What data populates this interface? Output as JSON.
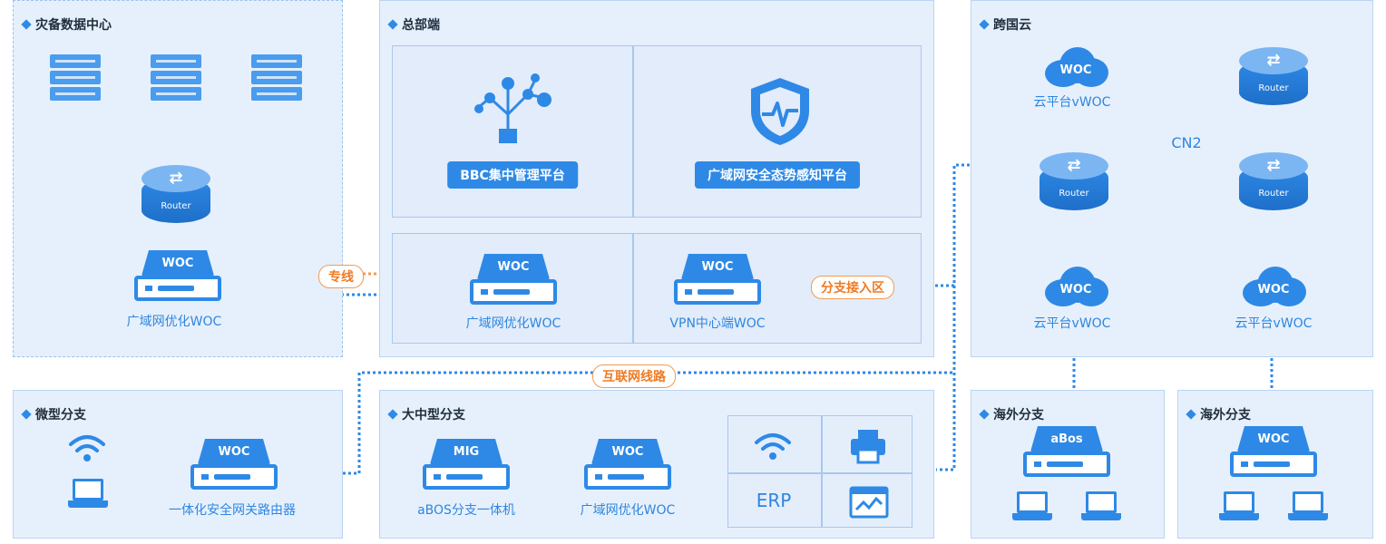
{
  "panels": {
    "disaster_center": "灾备数据中心",
    "headquarters": "总部端",
    "cross_border_cloud": "跨国云",
    "micro_branch": "微型分支",
    "large_branch": "大中型分支",
    "overseas_branch_1": "海外分支",
    "overseas_branch_2": "海外分支"
  },
  "platforms": {
    "bbc": "BBC集中管理平台",
    "security": "广域网安全态势感知平台"
  },
  "devices": {
    "woc_label": "WOC",
    "mig_label": "MIG",
    "abos_label": "aBos",
    "router_label": "Router",
    "dc_woc": "广域网优化WOC",
    "hq_woc": "广域网优化WOC",
    "vpn_woc": "VPN中心端WOC",
    "micro_gateway": "一体化安全网关路由器",
    "abos_branch": "aBOS分支一体机",
    "large_woc": "广域网优化WOC",
    "cloud_vwoc": "云平台vWOC",
    "cn2": "CN2",
    "erp": "ERP"
  },
  "tags": {
    "dedicated_line": "专线",
    "branch_access": "分支接入区",
    "internet_line": "互联网线路"
  },
  "colors": {
    "accent": "#2e89e6",
    "orange": "#f07a22",
    "panel_bg": "#e6f0fc"
  }
}
